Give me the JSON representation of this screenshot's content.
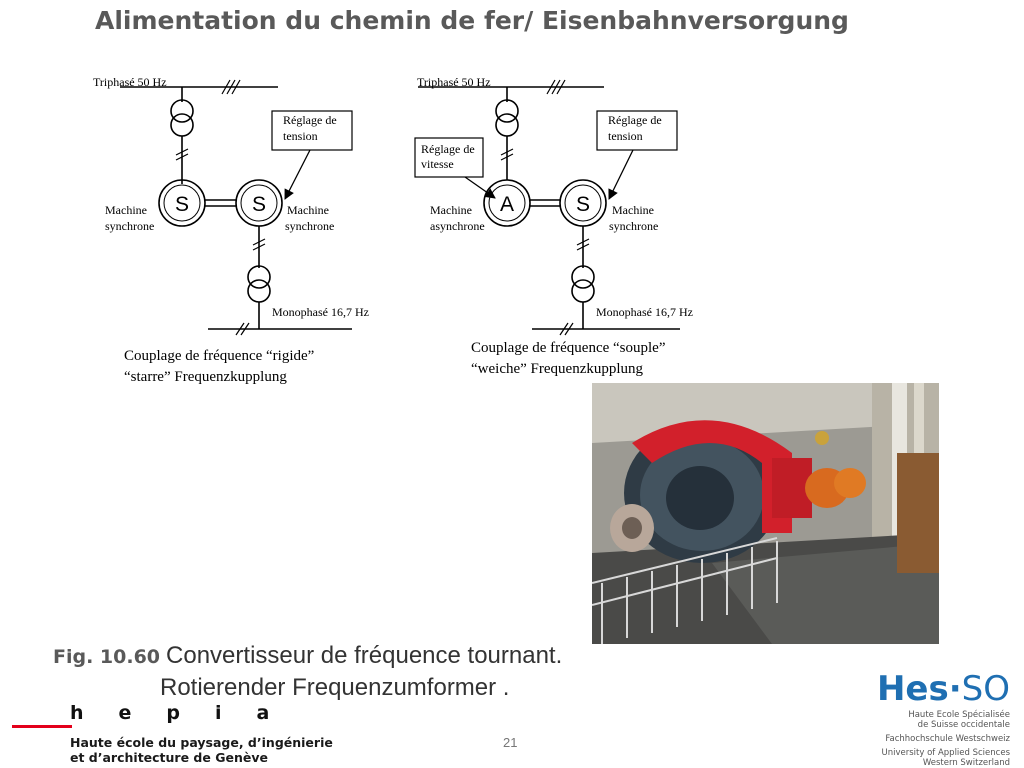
{
  "title": "Alimentation du chemin de fer/ Eisenbahnversorgung",
  "diagram_left": {
    "top_label": "Triphasé 50 Hz",
    "regulation_box": [
      "Réglage de",
      "tension"
    ],
    "machine_left_symbol": "S",
    "machine_right_symbol": "S",
    "machine_left_label": [
      "Machine",
      "synchrone"
    ],
    "machine_right_label": [
      "Machine",
      "synchrone"
    ],
    "bottom_label": "Monophasé 16,7 Hz",
    "caption": [
      "Couplage de fréquence “rigide”",
      "“starre” Frequenzkupplung"
    ]
  },
  "diagram_right": {
    "top_label": "Triphasé 50 Hz",
    "speed_box": [
      "Réglage de",
      "vitesse"
    ],
    "regulation_box": [
      "Réglage de",
      "tension"
    ],
    "machine_left_symbol": "A",
    "machine_right_symbol": "S",
    "machine_left_label": [
      "Machine",
      "asynchrone"
    ],
    "machine_right_label": [
      "Machine",
      "synchrone"
    ],
    "bottom_label": "Monophasé 16,7 Hz",
    "caption": [
      "Couplage de fréquence “souple”",
      "“weiche” Frequenzkupplung"
    ]
  },
  "figure": {
    "number": "Fig. 10.60",
    "caption_fr": "Convertisseur de fréquence tournant.",
    "caption_de": "Rotierender Frequenzumformer ."
  },
  "page_number": "21",
  "hepia": {
    "letters": "hepia",
    "line1": "Haute école du paysage, d’ingénierie",
    "line2": "et d’architecture de Genève"
  },
  "hes_so": {
    "logo_main": "Hes",
    "logo_dot": "·",
    "logo_suffix": "SO",
    "lines": [
      "Haute Ecole Spécialisée",
      "de Suisse occidentale",
      "Fachhochschule Westschweiz",
      "University of Applied Sciences",
      "Western Switzerland"
    ]
  },
  "colors": {
    "title": "#595959",
    "hes_blue": "#1f6fb2",
    "hepia_red": "#e3001b"
  }
}
